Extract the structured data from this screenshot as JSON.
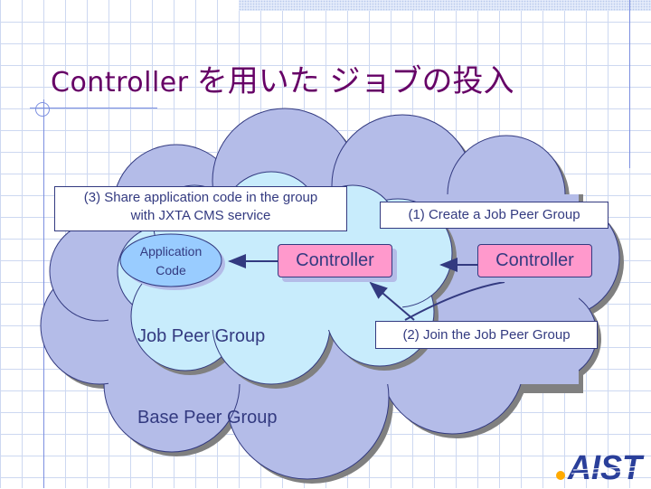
{
  "slide": {
    "title_latin": "Controller",
    "title_jp": "を用いた ジョブの投入"
  },
  "diagram": {
    "base_group_label": "Base Peer Group",
    "job_group_label": "Job Peer Group",
    "app_code": {
      "line1": "Application",
      "line2": "Code"
    },
    "controller_left": "Controller",
    "controller_right": "Controller",
    "callouts": {
      "step3_line1": "(3)   Share application code in the group",
      "step3_line2": "with JXTA CMS service",
      "step1": "(1)   Create a Job Peer Group",
      "step2": "(2)   Join the Job Peer Group"
    }
  },
  "logo": {
    "text": "AIST"
  },
  "colors": {
    "title": "#660066",
    "base_cloud": "#b4bce8",
    "job_cloud": "#c8ecfc",
    "outline": "#333a80",
    "controller_fill": "#ff99cc",
    "app_code_fill": "#99ccff",
    "shadow": "#808080",
    "logo_blue": "#2a3f9a",
    "logo_dot": "#ffaa00"
  }
}
